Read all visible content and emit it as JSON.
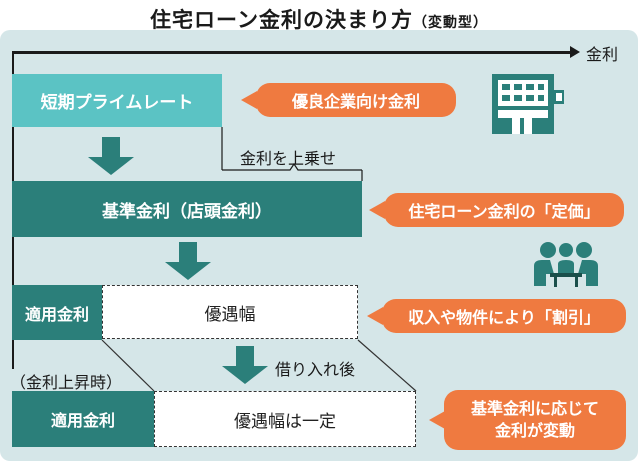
{
  "title": {
    "main": "住宅ローン金利の決まり方",
    "sub": "（変動型）"
  },
  "axis": {
    "label": "金利"
  },
  "boxes": {
    "prime_rate": "短期プライムレート",
    "base_rate": "基準金利（店頭金利）",
    "applied_rate": "適用金利",
    "discount": "優遇幅",
    "applied_rate_2": "適用金利",
    "discount_fixed": "優遇幅は一定"
  },
  "labels": {
    "markup": "金利を上乗せ",
    "rate_rise": "（金利上昇時）",
    "after_borrowing": "借り入れ後"
  },
  "callouts": {
    "corporate": "優良企業向け金利",
    "list_price": "住宅ローン金利の「定価」",
    "discount_by": "収入や物件により「割引」",
    "change_line1": "基準金利に応じて",
    "change_line2": "金利が変動"
  },
  "icons": {
    "building": "office-building-icon",
    "meeting": "consultation-people-icon"
  },
  "colors": {
    "panel_bg": "#d5e6e8",
    "teal_light": "#5bc3c4",
    "teal_dark": "#2b7f7a",
    "orange": "#ef7a40"
  }
}
